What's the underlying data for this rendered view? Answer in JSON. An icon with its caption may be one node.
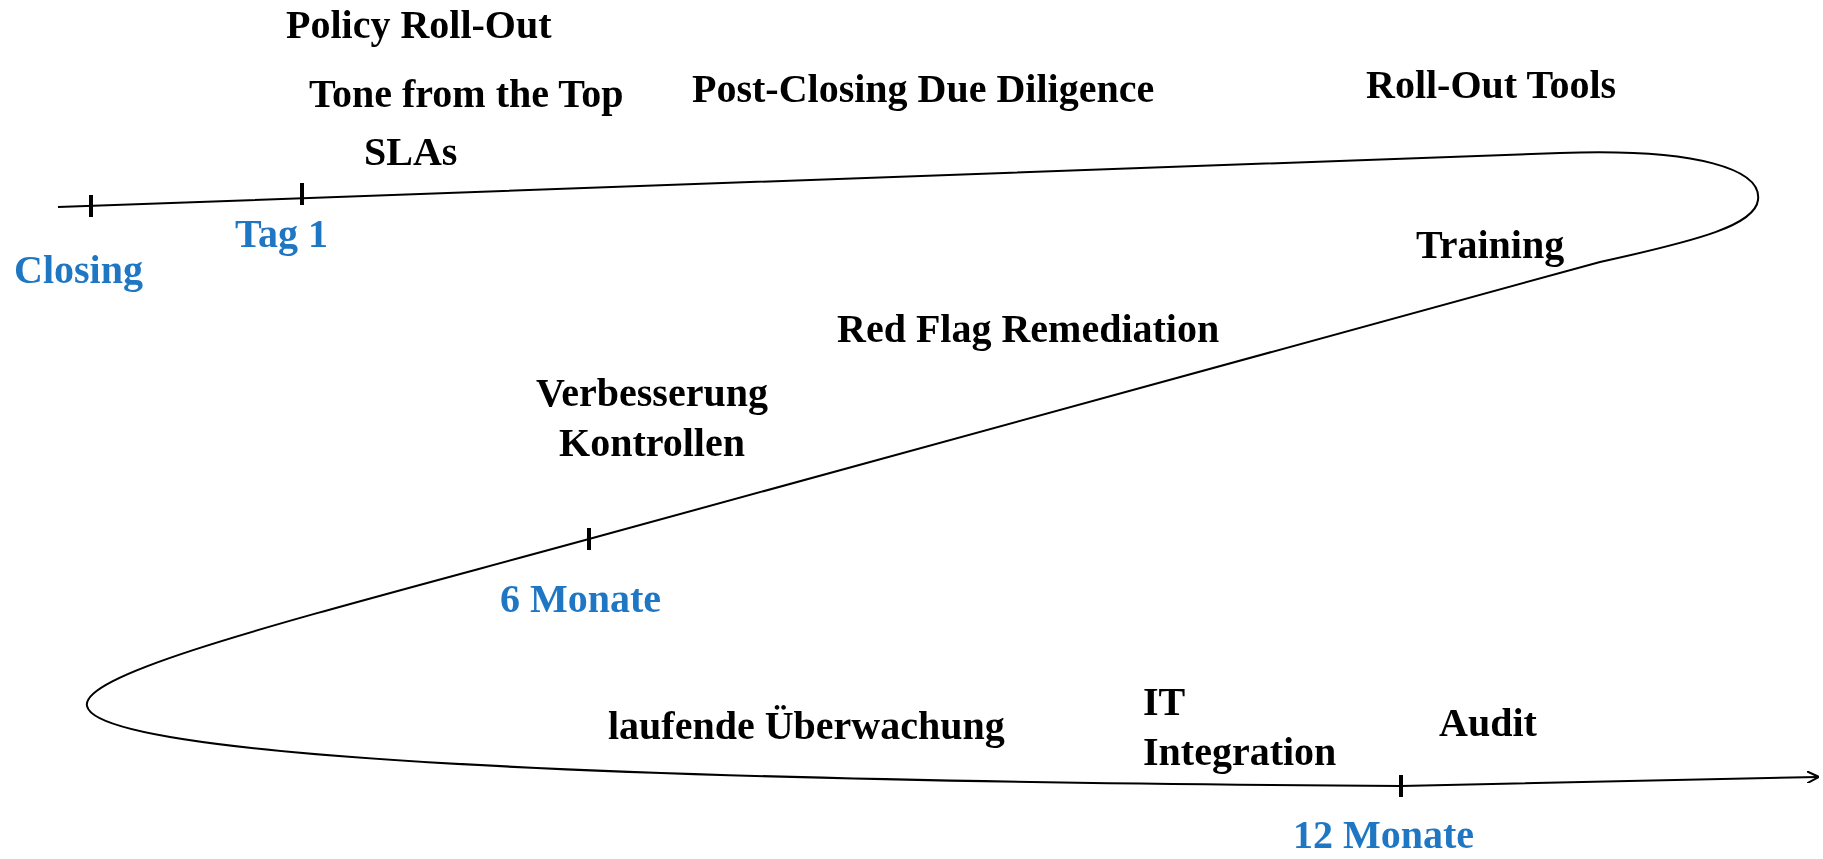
{
  "diagram": {
    "labels": [
      "Policy Roll-Out",
      "Tone from the Top",
      "Post-Closing Due Diligence",
      "Roll-Out Tools",
      "SLAs",
      "Tag 1",
      "Closing",
      "Training",
      "Red Flag Remediation",
      "Verbesserung Kontrollen",
      "6 Monate",
      "IT Integration",
      "laufende Überwachung",
      "Audit",
      "12 Monate"
    ]
  }
}
